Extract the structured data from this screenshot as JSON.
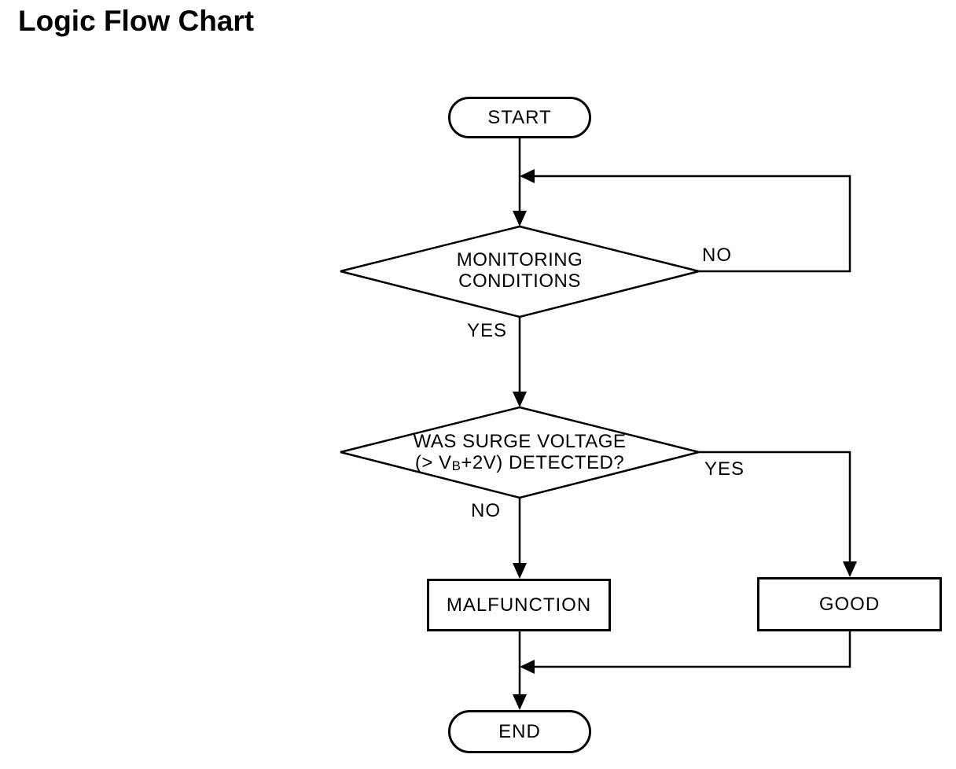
{
  "title": "Logic Flow Chart",
  "colors": {
    "ink": "#000000",
    "background": "#ffffff"
  },
  "nodes": {
    "start": {
      "label": "START",
      "type": "terminator"
    },
    "decision1": {
      "type": "decision",
      "line1": "MONITORING",
      "line2": "CONDITIONS"
    },
    "decision2": {
      "type": "decision",
      "line1": "WAS SURGE VOLTAGE",
      "line2_pre": "(> V",
      "line2_sub": "B",
      "line2_post": "+2V) DETECTED?"
    },
    "malfunction": {
      "label": "MALFUNCTION",
      "type": "process"
    },
    "good": {
      "label": "GOOD",
      "type": "process"
    },
    "end": {
      "label": "END",
      "type": "terminator"
    }
  },
  "edge_labels": {
    "decision1_no": "NO",
    "decision1_yes": "YES",
    "decision2_yes": "YES",
    "decision2_no": "NO"
  }
}
